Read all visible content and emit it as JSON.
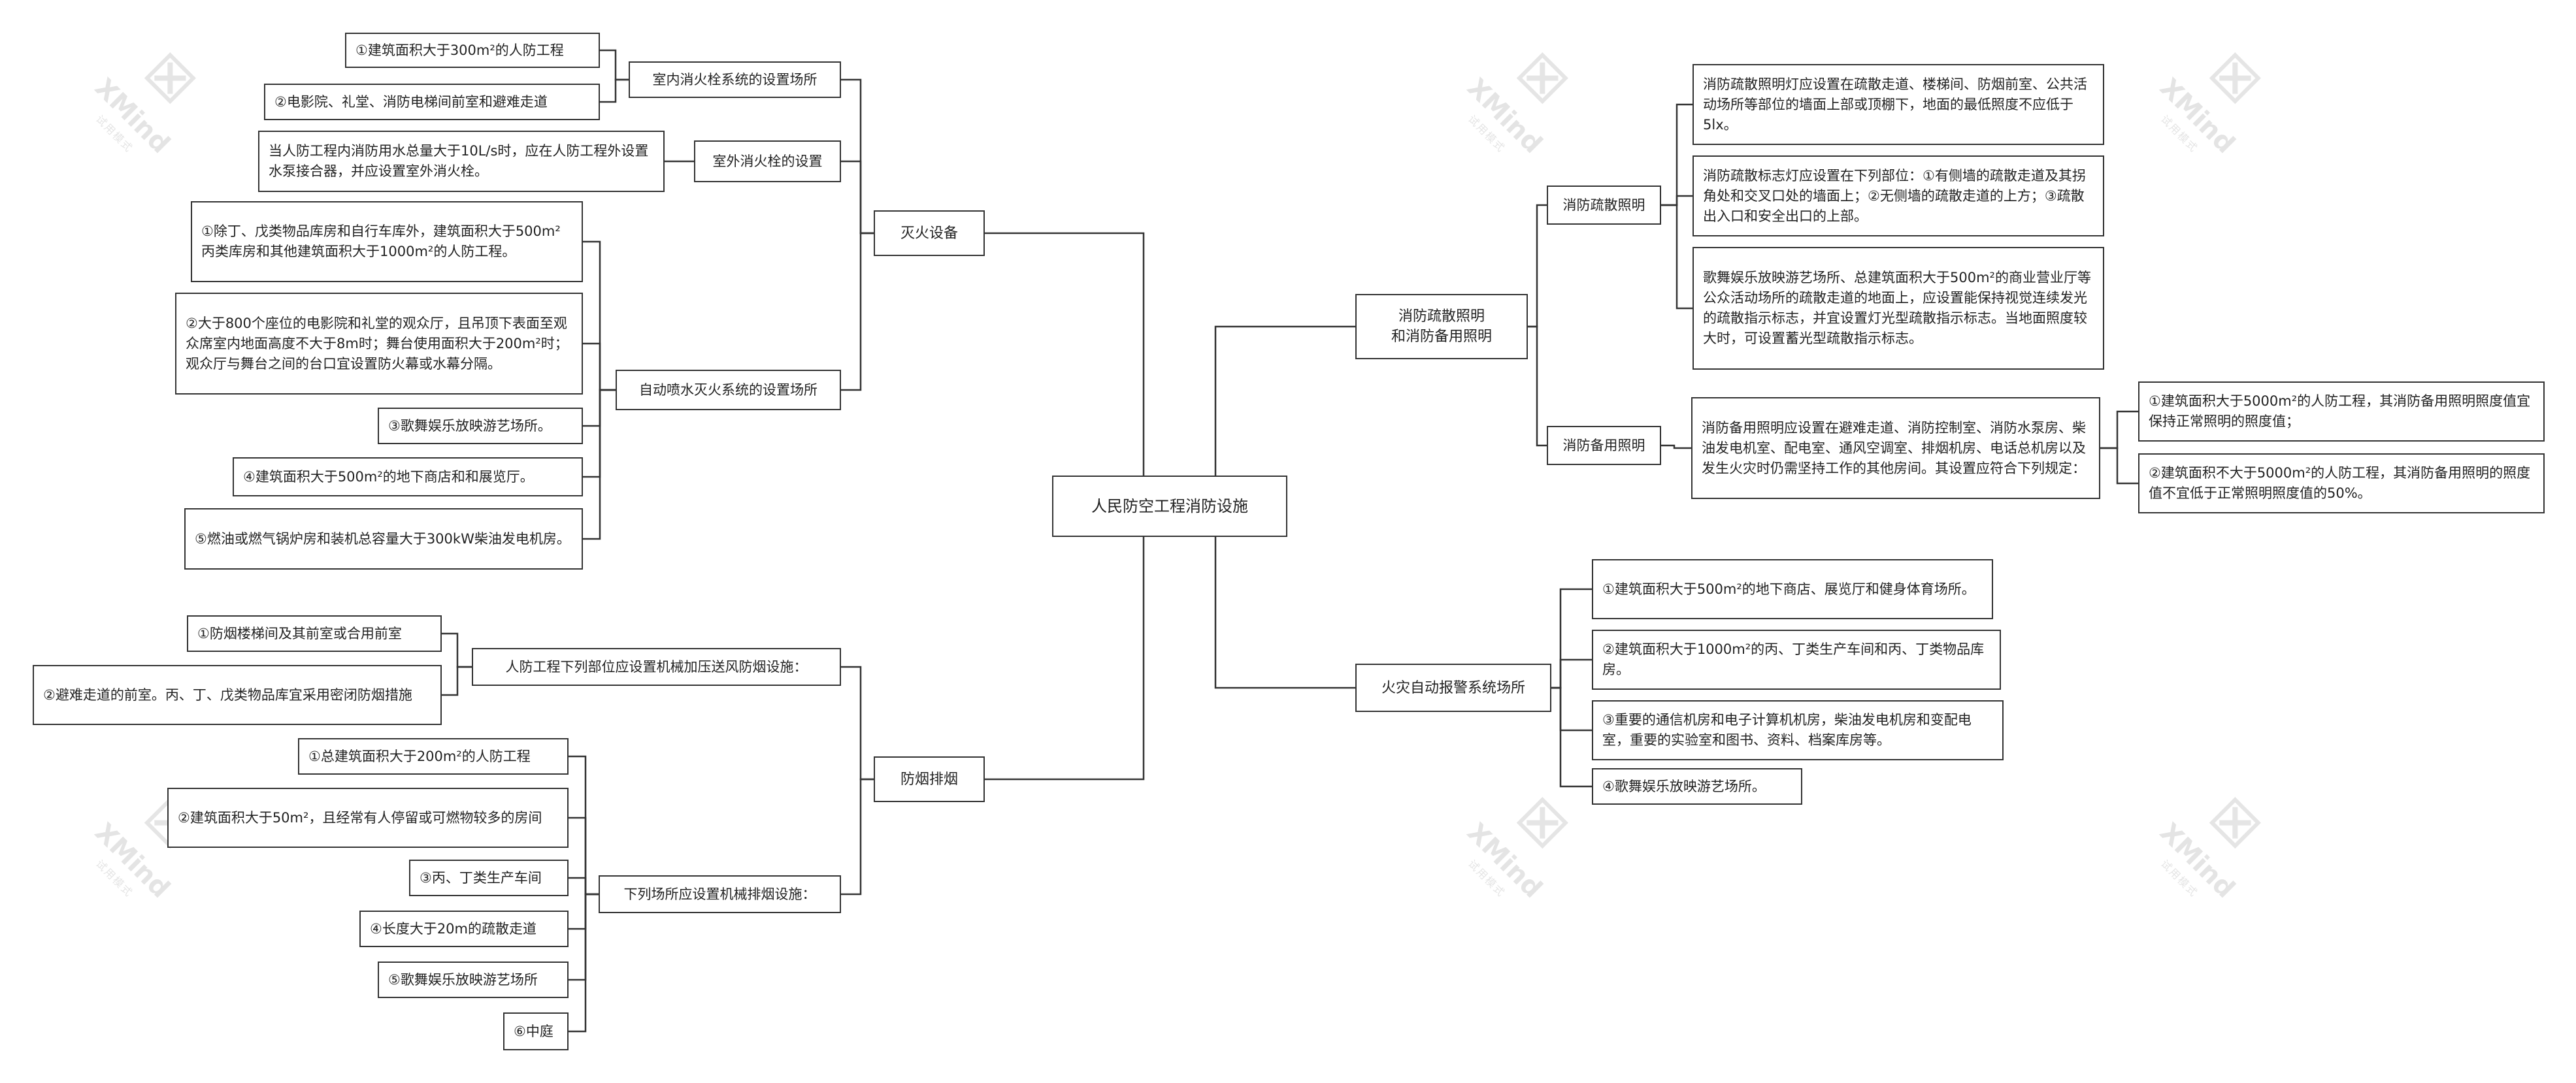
{
  "watermark": {
    "brand": "XMind",
    "sub": "试用模式"
  },
  "central": "人民防空工程消防设施",
  "left": {
    "fire_extinguishing": {
      "label": "灭火设备",
      "indoor_hydrant": {
        "label": "室内消火栓系统的设置场所",
        "items": [
          "①建筑面积大于300m²的人防工程",
          "②电影院、礼堂、消防电梯间前室和避难走道"
        ]
      },
      "outdoor_hydrant": {
        "label": "室外消火栓的设置",
        "text": "当人防工程内消防用水总量大于10L/s时，应在人防工程外设置水泵接合器，并应设置室外消火栓。"
      },
      "sprinkler": {
        "label": "自动喷水灭火系统的设置场所",
        "items": [
          "①除丁、戊类物品库房和自行车库外，建筑面积大于500m²丙类库房和其他建筑面积大于1000m²的人防工程。",
          "②大于800个座位的电影院和礼堂的观众厅，且吊顶下表面至观众席室内地面高度不大于8m时；舞台使用面积大于200m²时；观众厅与舞台之间的台口宜设置防火幕或水幕分隔。",
          "③歌舞娱乐放映游艺场所。",
          "④建筑面积大于500m²的地下商店和和展览厅。",
          "⑤燃油或燃气锅炉房和装机总容量大于300kW柴油发电机房。"
        ]
      }
    },
    "smoke_control": {
      "label": "防烟排烟",
      "pressurization": {
        "label": "人防工程下列部位应设置机械加压送风防烟设施：",
        "items": [
          "①防烟楼梯间及其前室或合用前室",
          "②避难走道的前室。丙、丁、戊类物品库宜采用密闭防烟措施"
        ]
      },
      "exhaust": {
        "label": "下列场所应设置机械排烟设施：",
        "items": [
          "①总建筑面积大于200m²的人防工程",
          "②建筑面积大于50m²，且经常有人停留或可燃物较多的房间",
          "③丙、丁类生产车间",
          "④长度大于20m的疏散走道",
          "⑤歌舞娱乐放映游艺场所",
          "⑥中庭"
        ]
      }
    }
  },
  "right": {
    "lighting": {
      "label": "消防疏散照明\n和消防备用照明",
      "evacuation": {
        "label": "消防疏散照明",
        "items": [
          "消防疏散照明灯应设置在疏散走道、楼梯间、防烟前室、公共活动场所等部位的墙面上部或顶棚下，地面的最低照度不应低于5lx。",
          "消防疏散标志灯应设置在下列部位：①有侧墙的疏散走道及其拐角处和交叉口处的墙面上；②无侧墙的疏散走道的上方；③疏散出入口和安全出口的上部。",
          "歌舞娱乐放映游艺场所、总建筑面积大于500m²的商业营业厅等公众活动场所的疏散走道的地面上，应设置能保持视觉连续发光的疏散指示标志，并宜设置灯光型疏散指示标志。当地面照度较大时，可设置蓄光型疏散指示标志。"
        ]
      },
      "backup": {
        "label": "消防备用照明",
        "text": "消防备用照明应设置在避难走道、消防控制室、消防水泵房、柴油发电机室、配电室、通风空调室、排烟机房、电话总机房以及发生火灾时仍需坚持工作的其他房间。其设置应符合下列规定：",
        "items": [
          "①建筑面积大于5000m²的人防工程，其消防备用照明照度值宜保持正常照明的照度值；",
          "②建筑面积不大于5000m²的人防工程，其消防备用照明的照度值不宜低于正常照明照度值的50%。"
        ]
      }
    },
    "alarm": {
      "label": "火灾自动报警系统场所",
      "items": [
        "①建筑面积大于500m²的地下商店、展览厅和健身体育场所。",
        "②建筑面积大于1000m²的丙、丁类生产车间和丙、丁类物品库房。",
        "③重要的通信机房和电子计算机机房，柴油发电机房和变配电室，重要的实验室和图书、资料、档案库房等。",
        "④歌舞娱乐放映游艺场所。"
      ]
    }
  }
}
